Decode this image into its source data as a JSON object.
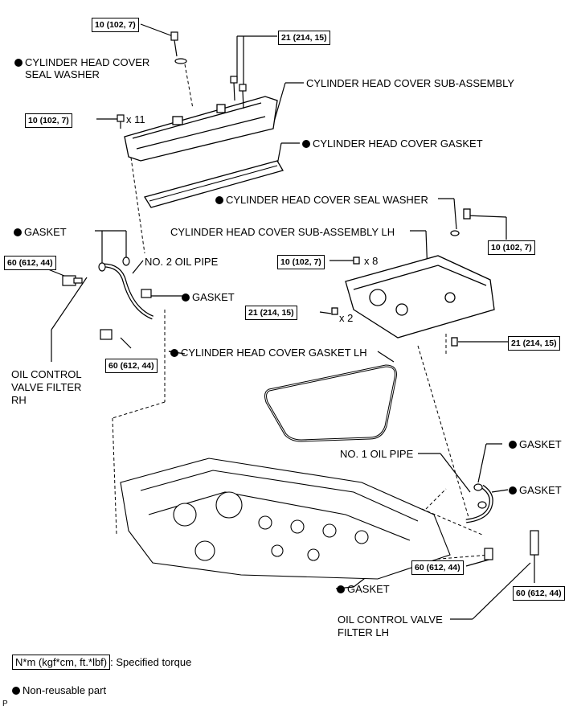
{
  "torques": {
    "t1": "10 (102, 7)",
    "t2": "21 (214, 15)",
    "t3": "10 (102, 7)",
    "t4": "10 (102, 7)",
    "t5": "10 (102, 7)",
    "t6": "60 (612, 44)",
    "t7": "21 (214, 15)",
    "t8": "60 (612, 44)",
    "t9": "21 (214, 15)",
    "t10": "60 (612, 44)",
    "t11": "60 (612, 44)"
  },
  "labels": {
    "seal_washer": "CYLINDER HEAD COVER\nSEAL WASHER",
    "cover_sub": "CYLINDER HEAD COVER SUB-ASSEMBLY",
    "x11": "x 11",
    "cover_gasket": "CYLINDER HEAD COVER GASKET",
    "seal_washer2": "CYLINDER HEAD COVER SEAL WASHER",
    "cover_sub_lh": "CYLINDER HEAD COVER SUB-ASSEMBLY LH",
    "gasket1": "GASKET",
    "no2_oil_pipe": "NO. 2 OIL PIPE",
    "x8": "x 8",
    "gasket2": "GASKET",
    "x2": "x 2",
    "cover_gasket_lh": "CYLINDER HEAD COVER GASKET LH",
    "ocv_rh_1": "OIL CONTROL",
    "ocv_rh_2": "VALVE FILTER",
    "ocv_rh_3": "RH",
    "no1_oil_pipe": "NO. 1 OIL PIPE",
    "gasket3": "GASKET",
    "gasket4": "GASKET",
    "gasket5": "GASKET",
    "ocv_lh_1": "OIL CONTROL VALVE",
    "ocv_lh_2": "FILTER LH"
  },
  "legend": {
    "torque_units": "N*m (kgf*cm, ft.*lbf)",
    "torque_text": ": Specified torque",
    "nonreusable": "Non-reusable part",
    "page_marker": "P"
  }
}
